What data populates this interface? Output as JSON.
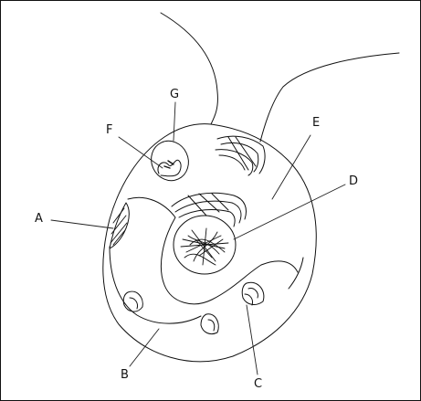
{
  "labels": {
    "a": "A",
    "b": "B",
    "c": "C",
    "d": "D",
    "e": "E",
    "f": "F",
    "g": "G"
  },
  "colors": {
    "ink": "#111111",
    "leader": "#222222",
    "background": "#ffffff"
  }
}
